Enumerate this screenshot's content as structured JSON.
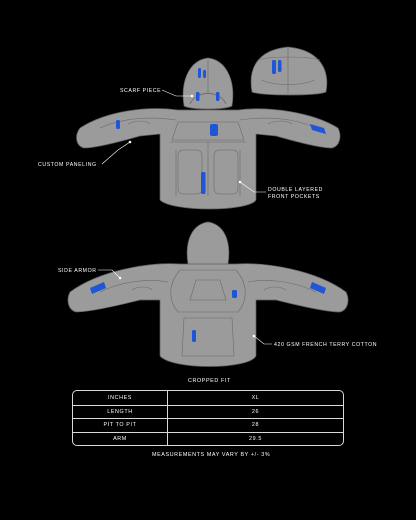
{
  "callouts": {
    "scarf_piece": "SCARF PIECE",
    "custom_paneling": "CUSTOM PANELING",
    "front_pockets_line1": "DOUBLE LAYERED",
    "front_pockets_line2": "FRONT POCKETS",
    "side_armor": "SIDE ARMOR",
    "fabric": "420 GSM FRENCH TERRY COTTON"
  },
  "fit_label": "CROPPED FIT",
  "size_table": {
    "rows": [
      {
        "label": "INCHES",
        "value": "XL"
      },
      {
        "label": "LENGTH",
        "value": "26"
      },
      {
        "label": "PIT TO PIT",
        "value": "28"
      },
      {
        "label": "ARM",
        "value": "29.5"
      }
    ]
  },
  "footnote": "MEASUREMENTS MAY VARY BY +/- 3%",
  "colors": {
    "background": "#000000",
    "garment": "#9b9b9b",
    "accent": "#1f56d6"
  }
}
